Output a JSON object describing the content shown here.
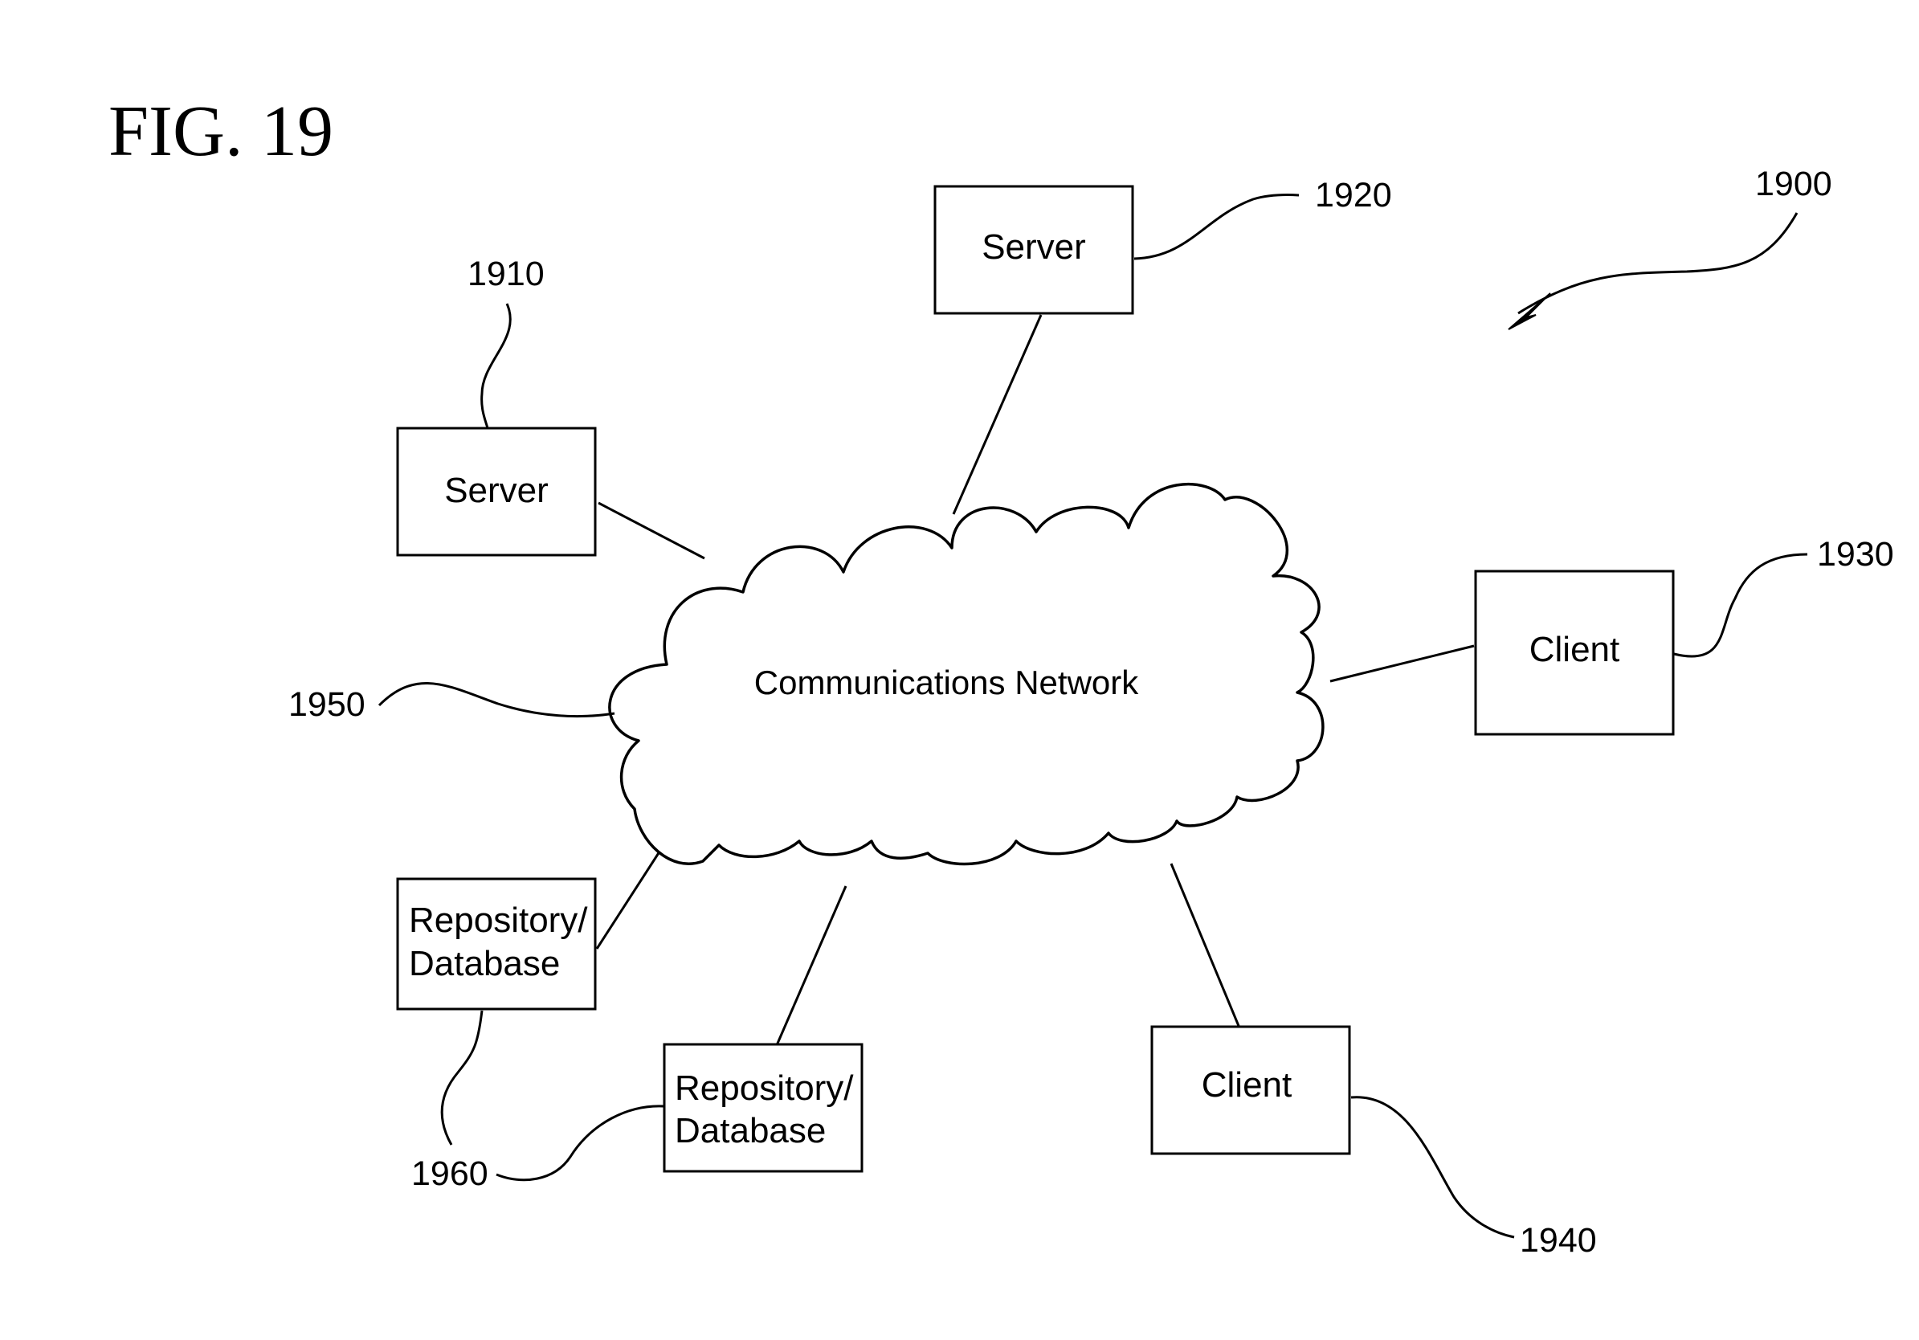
{
  "figure": {
    "title": "FIG. 19",
    "system_ref": "1900"
  },
  "network": {
    "label": "Communications Network",
    "ref": "1950"
  },
  "nodes": {
    "server_1910": {
      "label": "Server",
      "ref": "1910"
    },
    "server_1920": {
      "label": "Server",
      "ref": "1920"
    },
    "client_1930": {
      "label": "Client",
      "ref": "1930"
    },
    "client_1940": {
      "label": "Client",
      "ref": "1940"
    },
    "repo_1960a": {
      "label_line1": "Repository/",
      "label_line2": "Database",
      "ref": "1960"
    },
    "repo_1960b": {
      "label_line1": "Repository/",
      "label_line2": "Database"
    }
  }
}
